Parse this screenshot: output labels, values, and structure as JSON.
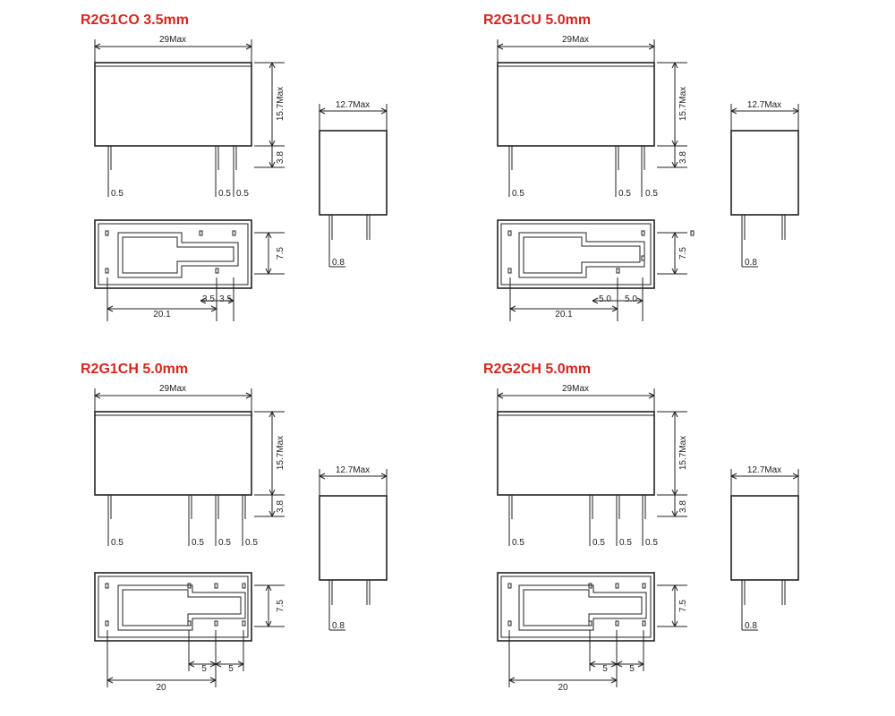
{
  "colors": {
    "title": "#d7261e",
    "line": "#222222",
    "background": "#ffffff"
  },
  "panels": [
    {
      "title": "R2G1CO 3.5mm",
      "side": {
        "width_label": "29Max",
        "height_label": "15.7Max",
        "pin_label": "3.8",
        "pin_widths": [
          "0.5",
          "0.5",
          "0.5"
        ]
      },
      "end": {
        "width_label": "12.7Max",
        "pin_label": "0.8"
      },
      "bottom": {
        "pitch_v": "7.5",
        "spacing": [
          "3.5",
          "3.5"
        ],
        "length": "20.1"
      }
    },
    {
      "title": "R2G1CU 5.0mm",
      "side": {
        "width_label": "29Max",
        "height_label": "15.7Max",
        "pin_label": "3.8",
        "pin_widths": [
          "0.5",
          "0.5",
          "0.5"
        ]
      },
      "end": {
        "width_label": "12.7Max",
        "pin_label": "0.8"
      },
      "bottom": {
        "pitch_v": "7.5",
        "spacing": [
          "5.0",
          "5.0"
        ],
        "length": "20.1"
      }
    },
    {
      "title": "R2G1CH 5.0mm",
      "side": {
        "width_label": "29Max",
        "height_label": "15.7Max",
        "pin_label": "3.8",
        "pin_widths": [
          "0.5",
          "0.5",
          "0.5",
          "0.5"
        ]
      },
      "end": {
        "width_label": "12.7Max",
        "pin_label": "0.8"
      },
      "bottom": {
        "pitch_v": "7.5",
        "spacing": [
          "5",
          "5"
        ],
        "length": "20"
      }
    },
    {
      "title": "R2G2CH 5.0mm",
      "side": {
        "width_label": "29Max",
        "height_label": "15.7Max",
        "pin_label": "3.8",
        "pin_widths": [
          "0.5",
          "0.5",
          "0.5",
          "0.5"
        ]
      },
      "end": {
        "width_label": "12.7Max",
        "pin_label": "0.8"
      },
      "bottom": {
        "pitch_v": "7.5",
        "spacing": [
          "5",
          "5"
        ],
        "length": "20"
      }
    }
  ]
}
